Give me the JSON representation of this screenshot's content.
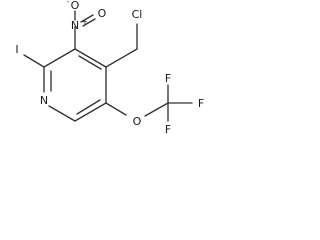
{
  "structure": {
    "atoms": {
      "chlorine": "Cl",
      "iodine": "I",
      "ring_nitrogen": "N",
      "nitro_nitrogen": "N",
      "nitro_oxygen_top": "O",
      "nitro_oxygen_right": "O",
      "ether_oxygen": "O",
      "fluorine_top": "F",
      "fluorine_right": "F",
      "fluorine_bottom": "F"
    },
    "charges": {
      "nitro_nitrogen": "+",
      "nitro_oxygen_top": "-"
    }
  }
}
